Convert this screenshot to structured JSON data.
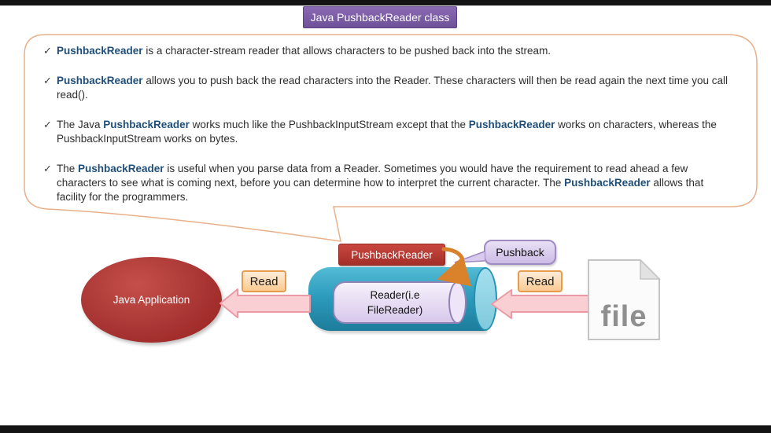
{
  "window": {
    "title_label": "Java PushbackReader class"
  },
  "colors": {
    "title_purple": "#7a5ca8",
    "callout_border": "#e9b089",
    "keyword_blue": "#1f4e79",
    "box_red": "#b5342f",
    "ellipse_red": "#a93634",
    "cylinder_teal": "#2d9cbd",
    "inner_lavender": "#ddceee",
    "read_peach": "#fbca92",
    "arrow_pink": "#f9cfd3",
    "hook_orange": "#d9822b",
    "bubble_purple": "#d9cbee",
    "file_gray": "#8f8f8f"
  },
  "callout": {
    "check_glyph": "✓",
    "bullets": [
      [
        {
          "t": "PushbackReader",
          "b": true
        },
        {
          "t": " is  a character-stream reader that allows characters to be pushed back into the stream.",
          "b": false
        }
      ],
      [
        {
          "t": "PushbackReader",
          "b": true
        },
        {
          "t": " allows you to push back the read characters into the Reader. These characters will then be read again the next time you call read().",
          "b": false
        }
      ],
      [
        {
          "t": "The Java ",
          "b": false
        },
        {
          "t": "PushbackReader",
          "b": true
        },
        {
          "t": " works much like the PushbackInputStream except that the ",
          "b": false
        },
        {
          "t": "PushbackReader",
          "b": true
        },
        {
          "t": " works on characters, whereas the PushbackInputStream works on bytes.",
          "b": false
        }
      ],
      [
        {
          "t": "The ",
          "b": false
        },
        {
          "t": "PushbackReader",
          "b": true
        },
        {
          "t": " is useful when you parse data from a Reader. Sometimes you would have the requirement to read ahead a few characters to see what is coming next, before you can determine how to interpret the current character. The ",
          "b": false
        },
        {
          "t": "PushbackReader",
          "b": true
        },
        {
          "t": " allows that facility for the programmers.",
          "b": false
        }
      ]
    ]
  },
  "diagram": {
    "pushback_reader_box_label": "PushbackReader",
    "pushback_bubble_label": "Pushback",
    "reader_cylinder_label": "Reader(i.e FileReader)",
    "java_application_label": "Java Application",
    "read_left_label": "Read",
    "read_right_label": "Read",
    "file_label": "file"
  }
}
